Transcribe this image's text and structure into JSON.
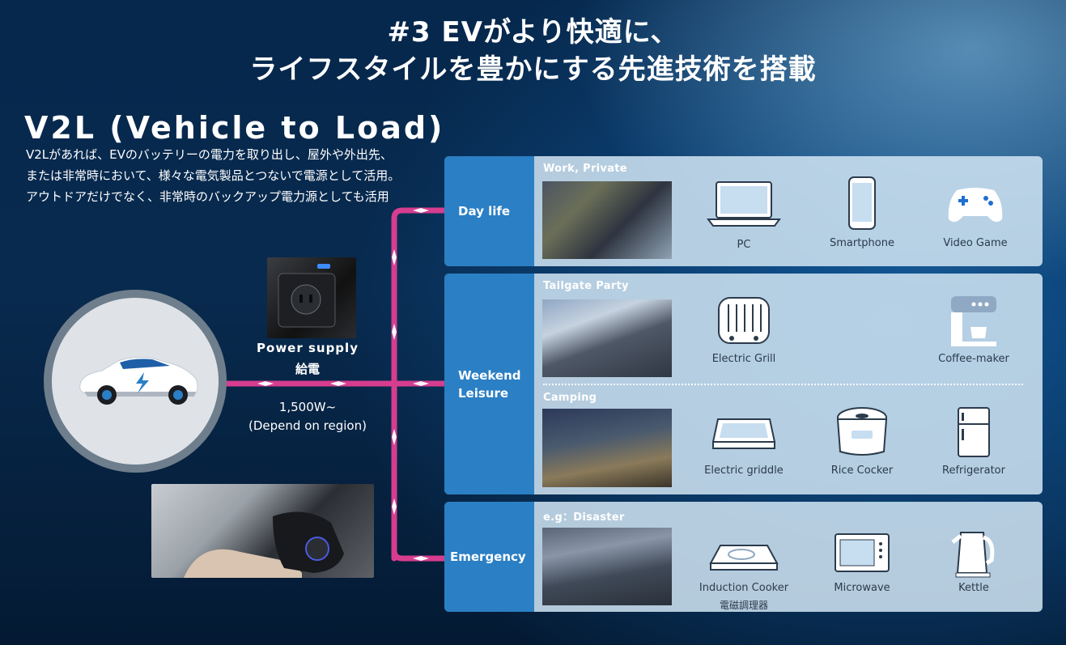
{
  "title": {
    "line1": "#3 EVがより快適に、",
    "line2": "ライフスタイルを豊かにする先進技術を搭載"
  },
  "v2l": {
    "heading": "V2L (Vehicle to Load)",
    "desc": [
      "V2Lがあれば、EVのバッテリーの電力を取り出し、屋外や外出先、",
      "または非常時において、様々な電気製品とつないで電源として活用。",
      "アウトドアだけでなく、非常時のバックアップ電力源としても活用"
    ]
  },
  "power": {
    "label_en": "Power supply",
    "label_jp": "給電",
    "spec_watt": "1,500W~",
    "spec_region": "(Depend on region)"
  },
  "panels": {
    "day": {
      "label": "Day life",
      "sub": "Work, Private",
      "items": [
        "PC",
        "Smartphone",
        "Video Game"
      ]
    },
    "weekend": {
      "label": "Weekend Leisure",
      "sub1": "Tailgate Party",
      "items1": [
        "Electric Grill",
        "Coffee-maker"
      ],
      "sub2": "Camping",
      "items2": [
        "Electric griddle",
        "Rice Cocker",
        "Refrigerator"
      ]
    },
    "emergency": {
      "label": "Emergency",
      "sub": "e.g：Disaster",
      "items": [
        "Induction Cooker",
        "Microwave",
        "Kettle"
      ],
      "item1_sub": "電磁調理器"
    }
  },
  "colors": {
    "accent_line": "#d63d8f",
    "panel_label": "#2b7fc4",
    "icon_blue": "#1f6fd1"
  }
}
